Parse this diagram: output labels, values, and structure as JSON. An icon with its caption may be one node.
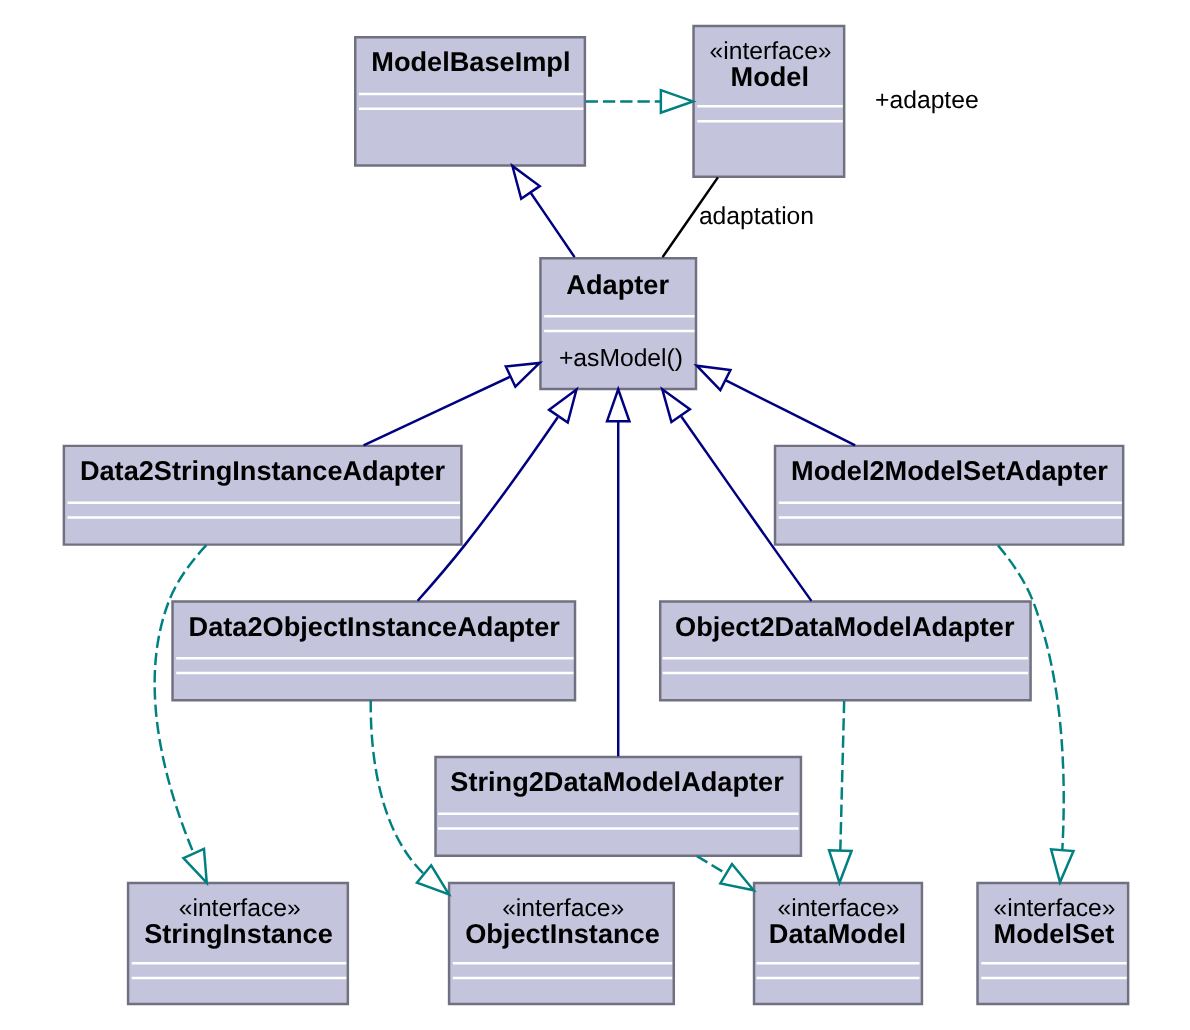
{
  "diagram": {
    "nodes": [
      {
        "text": [
          "ModelBaseImpl"
        ]
      },
      {
        "text": [
          "«interface»",
          "Model"
        ]
      },
      {
        "text": [
          "Adapter",
          "+asModel()"
        ]
      },
      {
        "text": [
          "Data2StringInstanceAdapter"
        ]
      },
      {
        "text": [
          "Model2ModelSetAdapter"
        ]
      },
      {
        "text": [
          "Data2ObjectInstanceAdapter"
        ]
      },
      {
        "text": [
          "Object2DataModelAdapter"
        ]
      },
      {
        "text": [
          "String2DataModelAdapter"
        ]
      },
      {
        "text": [
          "«interface»",
          "StringInstance"
        ]
      },
      {
        "text": [
          "«interface»",
          "ObjectInstance"
        ]
      },
      {
        "text": [
          "«interface»",
          "DataModel"
        ]
      },
      {
        "text": [
          "«interface»",
          "ModelSet"
        ]
      }
    ],
    "edges": [
      {
        "from": 0,
        "to": 1,
        "arrow": "to",
        "style": "dashed",
        "color": "#008080"
      },
      {
        "from": 2,
        "to": 0,
        "arrow": "to",
        "color": "#000080"
      },
      {
        "from": 2,
        "to": 1,
        "arrow": "none",
        "label": "adaptation",
        "color": "#000000"
      },
      {
        "from": 3,
        "to": 2,
        "arrow": "to",
        "color": "#000080"
      },
      {
        "from": 5,
        "to": 2,
        "arrow": "to",
        "color": "#000080"
      },
      {
        "from": 7,
        "to": 2,
        "arrow": "to",
        "color": "#000080"
      },
      {
        "from": 6,
        "to": 2,
        "arrow": "to",
        "color": "#000080"
      },
      {
        "from": 4,
        "to": 2,
        "arrow": "to",
        "color": "#000080"
      },
      {
        "from": 3,
        "to": 8,
        "arrow": "to",
        "style": "dashed",
        "color": "#008080"
      },
      {
        "from": 5,
        "to": 9,
        "arrow": "to",
        "style": "dashed",
        "color": "#008080"
      },
      {
        "from": 7,
        "to": 10,
        "arrow": "to",
        "style": "dashed",
        "color": "#008080"
      },
      {
        "from": 6,
        "to": 10,
        "arrow": "to",
        "style": "dashed",
        "color": "#008080"
      },
      {
        "from": 4,
        "to": 11,
        "arrow": "to",
        "style": "dashed",
        "color": "#008080"
      }
    ],
    "labels": [
      "+adaptee"
    ]
  }
}
